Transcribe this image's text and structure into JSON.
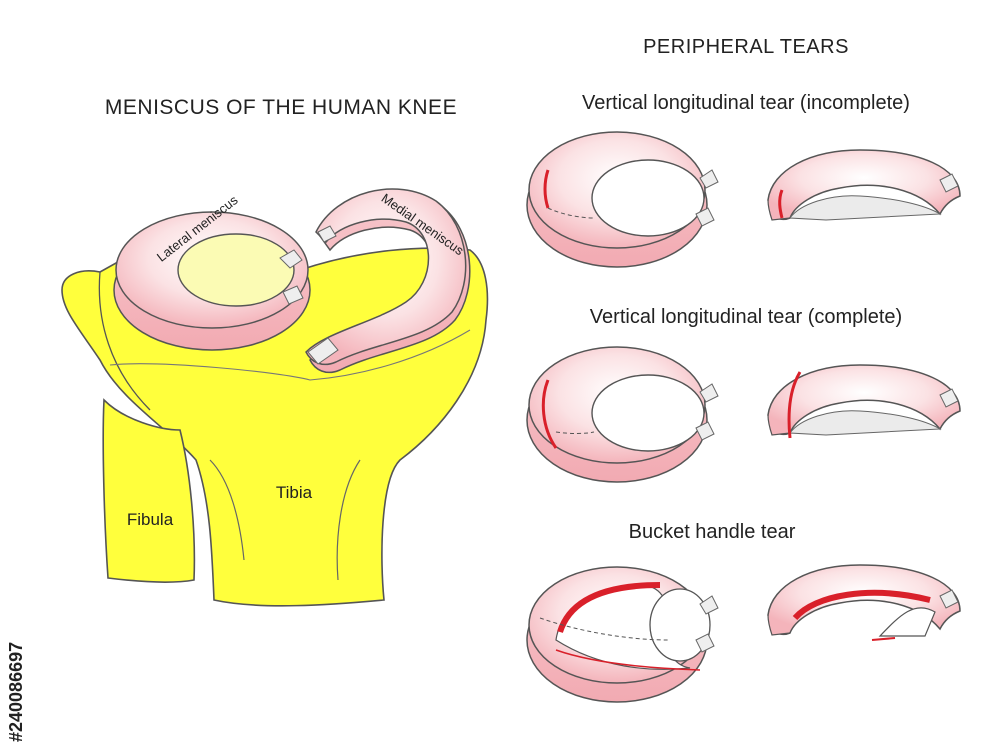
{
  "main_title": "MENISCUS OF THE HUMAN KNEE",
  "side_title": "PERIPHERAL TEARS",
  "labels": {
    "lateral_meniscus": "Lateral meniscus",
    "medial_meniscus": "Medial meniscus",
    "tibia": "Tibia",
    "fibula": "Fibula"
  },
  "tears": [
    {
      "caption": "Vertical longitudinal tear (incomplete)"
    },
    {
      "caption": "Vertical longitudinal tear (complete)"
    },
    {
      "caption": "Bucket handle tear"
    }
  ],
  "watermark_id": "#240086697",
  "colors": {
    "bone_yellow": "#ffff3c",
    "meniscus_pink": "#f7c3c8",
    "tear_red": "#d9202a",
    "inner_light": "#fbfbb4",
    "outline": "#555555"
  }
}
